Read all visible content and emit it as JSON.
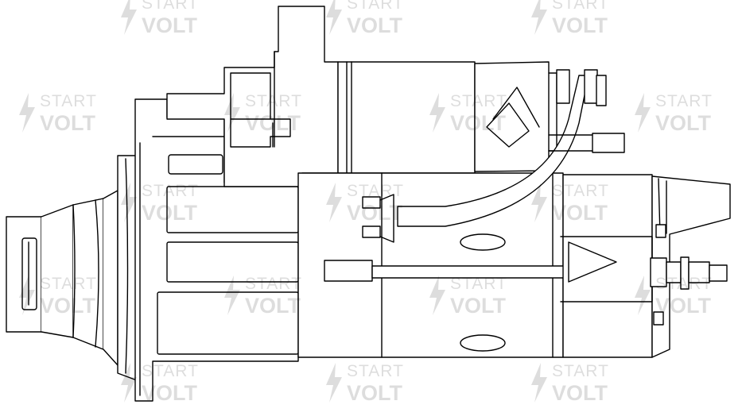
{
  "watermark": {
    "line1": "START",
    "line2": "VOLT"
  },
  "drawing": {
    "subject": "starter-motor-line-drawing",
    "stroke_color": "#000000",
    "background_color": "#ffffff"
  }
}
